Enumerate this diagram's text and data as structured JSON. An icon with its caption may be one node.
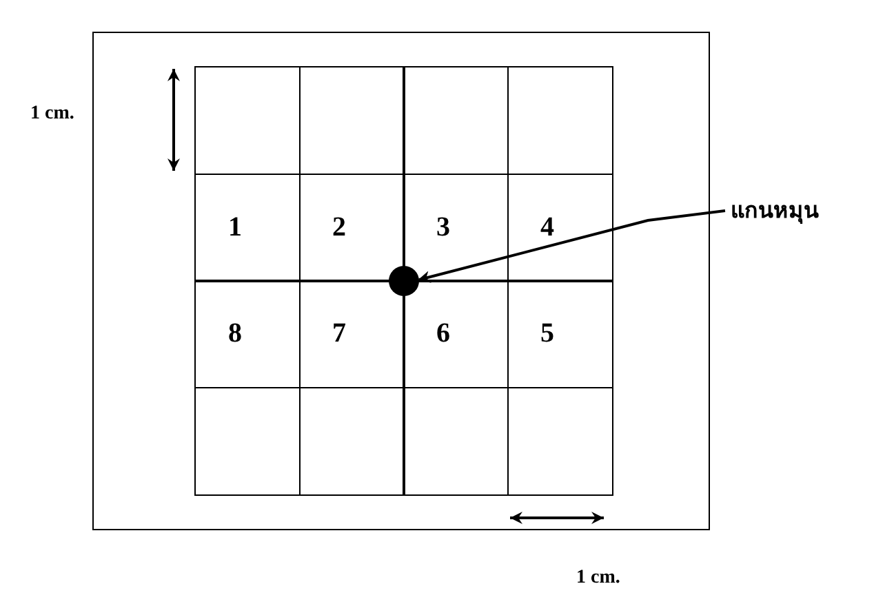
{
  "diagram": {
    "nodes": [
      {
        "text": [],
        "shape": "box"
      },
      {
        "text": [],
        "shape": "box",
        "in": 0
      },
      {
        "text": [],
        "shape": "box",
        "in": 0
      },
      {
        "text": [],
        "shape": "box",
        "in": 0
      },
      {
        "text": [],
        "shape": "box",
        "in": 0
      },
      {
        "text": [
          "1"
        ],
        "in": 0
      },
      {
        "text": [
          "2"
        ],
        "in": 0
      },
      {
        "text": [
          "3"
        ],
        "in": 0
      },
      {
        "text": [
          "4"
        ],
        "in": 0
      },
      {
        "text": [
          "8"
        ],
        "in": 0
      },
      {
        "text": [
          "7"
        ],
        "in": 0
      },
      {
        "text": [
          "6"
        ],
        "in": 0
      },
      {
        "text": [
          "5"
        ],
        "in": 0
      },
      {
        "text": [],
        "shape": "box",
        "in": 0
      },
      {
        "text": [],
        "shape": "box",
        "in": 0
      },
      {
        "text": [],
        "shape": "box",
        "in": 0
      },
      {
        "text": [],
        "shape": "box",
        "in": 0
      },
      {
        "text": [],
        "shape": "circle",
        "in": 0
      },
      {
        "text": [
          "แกนหมุน"
        ]
      }
    ],
    "edges": [
      {
        "from": 18,
        "to": 17,
        "arrow": "to"
      }
    ],
    "labels": [
      "1 cm.",
      "1 cm."
    ]
  }
}
